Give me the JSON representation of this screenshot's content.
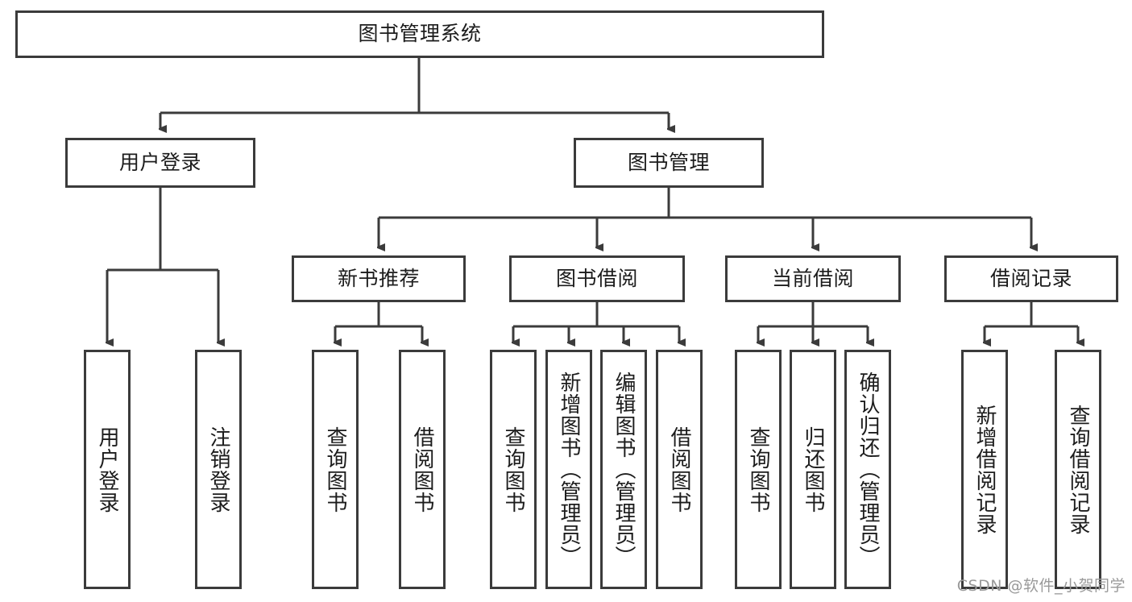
{
  "diagram": {
    "type": "tree-hierarchy-chart",
    "title": "图书管理系统",
    "stroke_color": "#3b3b3b",
    "background_color": "#ffffff",
    "text_color": "#1c1c1c",
    "root": {
      "label": "图书管理系统",
      "level": 1
    },
    "level2": [
      {
        "label": "用户登录"
      },
      {
        "label": "图书管理"
      }
    ],
    "level3": [
      {
        "label": "新书推荐",
        "parent": "图书管理"
      },
      {
        "label": "图书借阅",
        "parent": "图书管理"
      },
      {
        "label": "当前借阅",
        "parent": "图书管理"
      },
      {
        "label": "借阅记录",
        "parent": "图书管理"
      }
    ],
    "leaves": {
      "user_login": [
        {
          "label": "用户登录"
        },
        {
          "label": "注销登录"
        }
      ],
      "new_book_recommend": [
        {
          "label": "查询图书"
        },
        {
          "label": "借阅图书"
        }
      ],
      "book_borrow": [
        {
          "label": "查询图书"
        },
        {
          "label": "新增图书（管理员）"
        },
        {
          "label": "编辑图书（管理员）"
        },
        {
          "label": "借阅图书"
        }
      ],
      "current_borrow": [
        {
          "label": "查询图书"
        },
        {
          "label": "归还图书"
        },
        {
          "label": "确认归还（管理员）"
        }
      ],
      "borrow_record": [
        {
          "label": "新增借阅记录"
        },
        {
          "label": "查询借阅记录"
        }
      ]
    }
  },
  "watermark": {
    "text": "CSDN @软件_小贺同学",
    "color": "#9a9a9a"
  }
}
